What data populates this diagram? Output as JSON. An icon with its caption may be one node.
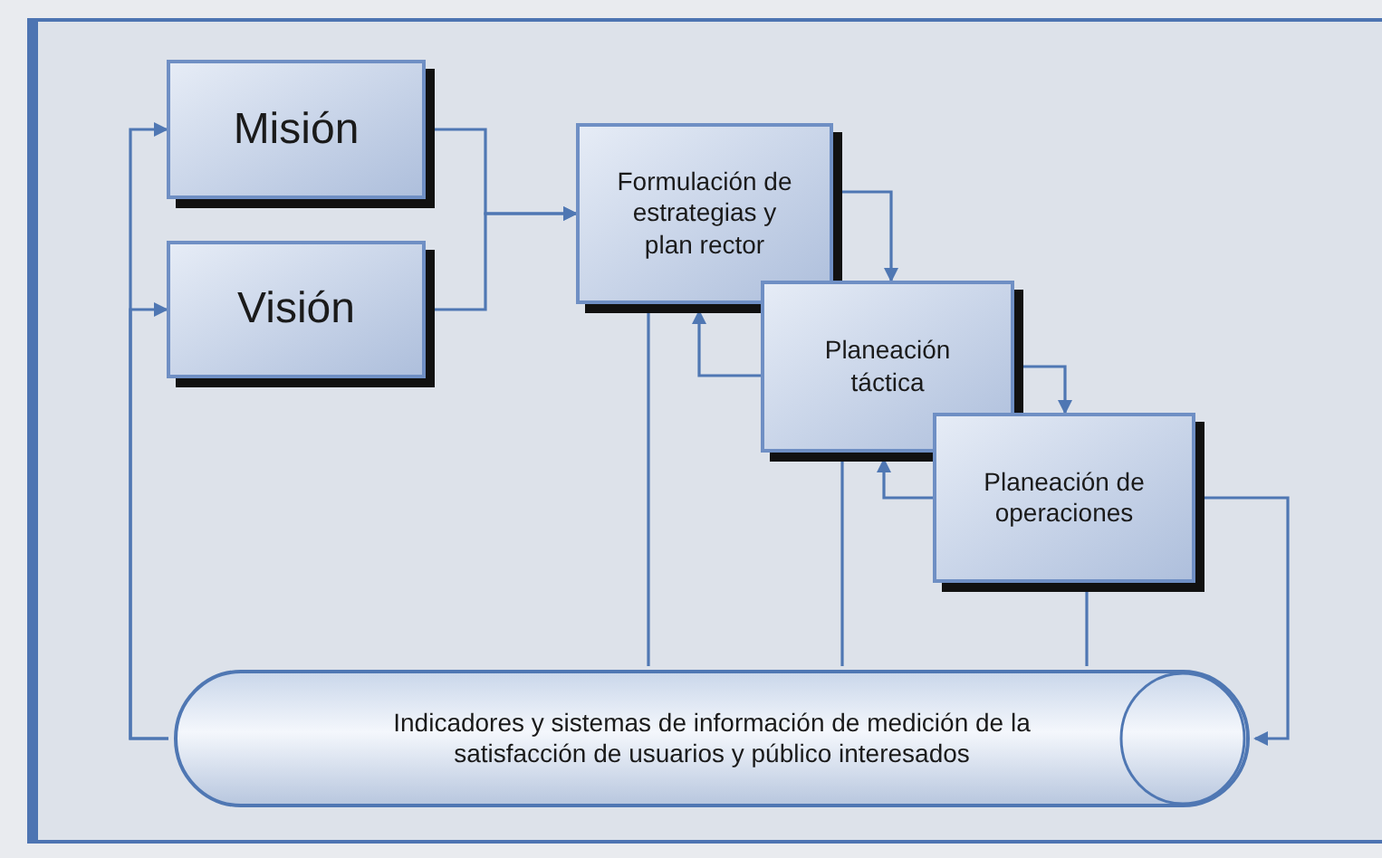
{
  "diagram": {
    "nodes": [
      {
        "text": [
          "Misión"
        ]
      },
      {
        "text": [
          "Visión"
        ]
      },
      {
        "text": [
          "Formulación de estrategias y plan rector"
        ]
      },
      {
        "text": [
          "Planeación táctica"
        ]
      },
      {
        "text": [
          "Planeación de operaciones"
        ]
      },
      {
        "text": [
          "Indicadores y sistemas de información de medición de la satisfacción de usuarios y público interesados"
        ]
      }
    ],
    "edges": [
      {
        "from": 0,
        "to": 2,
        "arrow": "to"
      },
      {
        "from": 1,
        "to": 2,
        "arrow": "to"
      },
      {
        "from": 2,
        "to": 3,
        "arrow": "to"
      },
      {
        "from": 3,
        "to": 4,
        "arrow": "to"
      },
      {
        "from": 3,
        "to": 2,
        "arrow": "to"
      },
      {
        "from": 4,
        "to": 3,
        "arrow": "to"
      },
      {
        "from": 2,
        "to": 5,
        "arrow": "none"
      },
      {
        "from": 3,
        "to": 5,
        "arrow": "none"
      },
      {
        "from": 4,
        "to": 5,
        "arrow": "none"
      },
      {
        "from": 4,
        "to": 5,
        "arrow": "to"
      },
      {
        "from": 5,
        "to": 0,
        "arrow": "to"
      },
      {
        "from": 5,
        "to": 1,
        "arrow": "to"
      }
    ]
  }
}
